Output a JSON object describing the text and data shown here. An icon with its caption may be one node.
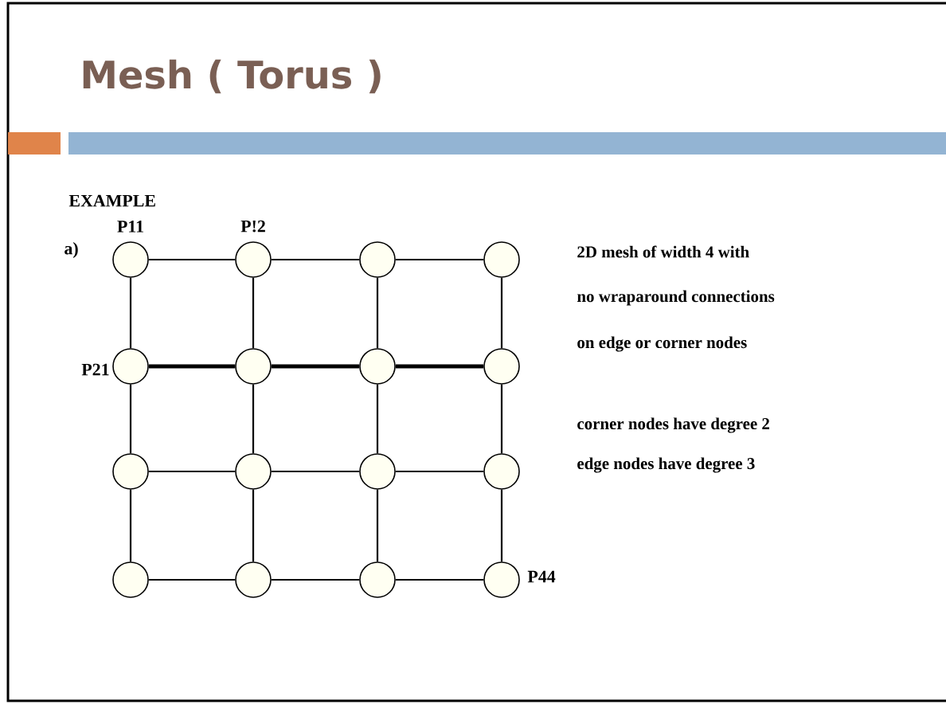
{
  "diagram": {
    "title": "Mesh ( Torus )",
    "nodes": [
      {
        "text": [],
        "shape": "circle",
        "beside": [
          "P11"
        ]
      },
      {
        "text": [],
        "shape": "circle",
        "beside": [
          "P!2"
        ]
      },
      {
        "text": [],
        "shape": "circle"
      },
      {
        "text": [],
        "shape": "circle"
      },
      {
        "text": [],
        "shape": "circle",
        "beside": [
          "P21"
        ]
      },
      {
        "text": [],
        "shape": "circle"
      },
      {
        "text": [],
        "shape": "circle"
      },
      {
        "text": [],
        "shape": "circle"
      },
      {
        "text": [],
        "shape": "circle"
      },
      {
        "text": [],
        "shape": "circle"
      },
      {
        "text": [],
        "shape": "circle"
      },
      {
        "text": [],
        "shape": "circle"
      },
      {
        "text": [],
        "shape": "circle"
      },
      {
        "text": [],
        "shape": "circle"
      },
      {
        "text": [],
        "shape": "circle"
      },
      {
        "text": [],
        "shape": "circle",
        "beside": [
          "P44"
        ]
      }
    ],
    "edges": [
      {
        "from": 0,
        "to": 1,
        "arrow": "none"
      },
      {
        "from": 1,
        "to": 2,
        "arrow": "none"
      },
      {
        "from": 2,
        "to": 3,
        "arrow": "none"
      },
      {
        "from": 4,
        "to": 5,
        "arrow": "none",
        "style": "thick"
      },
      {
        "from": 5,
        "to": 6,
        "arrow": "none",
        "style": "thick"
      },
      {
        "from": 6,
        "to": 7,
        "arrow": "none",
        "style": "thick"
      },
      {
        "from": 8,
        "to": 9,
        "arrow": "none"
      },
      {
        "from": 9,
        "to": 10,
        "arrow": "none"
      },
      {
        "from": 10,
        "to": 11,
        "arrow": "none"
      },
      {
        "from": 12,
        "to": 13,
        "arrow": "none"
      },
      {
        "from": 13,
        "to": 14,
        "arrow": "none"
      },
      {
        "from": 14,
        "to": 15,
        "arrow": "none"
      },
      {
        "from": 0,
        "to": 4,
        "arrow": "none"
      },
      {
        "from": 4,
        "to": 8,
        "arrow": "none"
      },
      {
        "from": 8,
        "to": 12,
        "arrow": "none"
      },
      {
        "from": 1,
        "to": 5,
        "arrow": "none"
      },
      {
        "from": 5,
        "to": 9,
        "arrow": "none"
      },
      {
        "from": 9,
        "to": 13,
        "arrow": "none"
      },
      {
        "from": 2,
        "to": 6,
        "arrow": "none"
      },
      {
        "from": 6,
        "to": 10,
        "arrow": "none"
      },
      {
        "from": 10,
        "to": 14,
        "arrow": "none"
      },
      {
        "from": 3,
        "to": 7,
        "arrow": "none"
      },
      {
        "from": 7,
        "to": 11,
        "arrow": "none"
      },
      {
        "from": 11,
        "to": 15,
        "arrow": "none"
      }
    ],
    "labels": [
      "EXAMPLE",
      "a)",
      "2D mesh of width 4 with",
      "no wraparound connections",
      "on edge or corner nodes",
      "corner nodes have degree 2",
      "edge nodes have degree 3"
    ]
  }
}
